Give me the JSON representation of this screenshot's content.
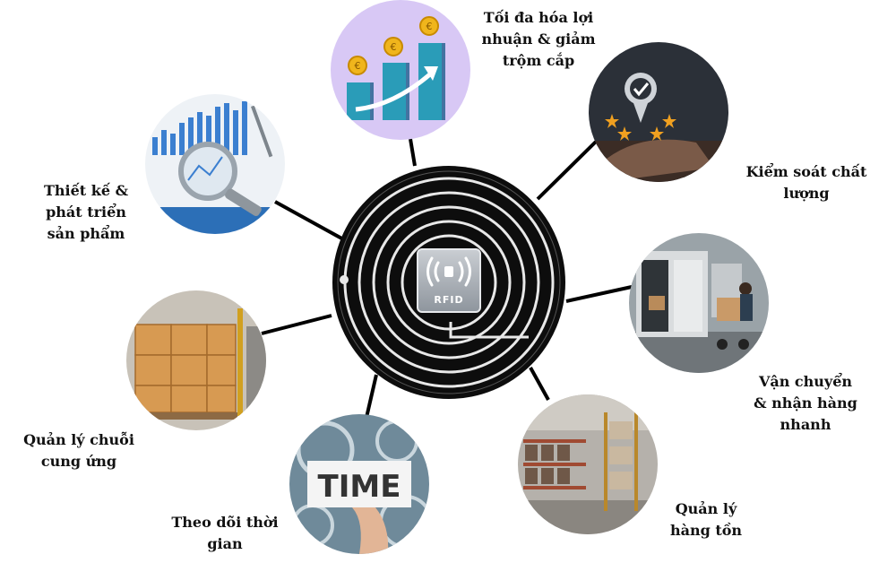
{
  "hub": {
    "chip_label": "RFID",
    "icon": "rfid-wave-icon"
  },
  "nodes": [
    {
      "id": "profit",
      "label": "Tối đa hóa lợi\nnhuận & giảm\ntrộm cắp",
      "icon": "euro-growth-chart-icon"
    },
    {
      "id": "quality",
      "label": "Kiểm soát chất\nlượng",
      "icon": "quality-badge-icon"
    },
    {
      "id": "shipping",
      "label": "Vận chuyển\n& nhận hàng\nnhanh",
      "icon": "delivery-van-icon"
    },
    {
      "id": "inventory",
      "label": "Quản lý\nhàng tồn",
      "icon": "warehouse-icon"
    },
    {
      "id": "time",
      "label": "Theo dõi thời\ngian",
      "icon": "time-card-icon"
    },
    {
      "id": "supply",
      "label": "Quản lý chuỗi\ncung ứng",
      "icon": "boxes-pallet-icon"
    },
    {
      "id": "design",
      "label": "Thiết kế &\nphát triển\nsản phẩm",
      "icon": "magnifier-chart-icon"
    }
  ],
  "colors": {
    "hub": "#0d0d0d",
    "connector": "#000000",
    "profit_bg": "#d8c8f5",
    "bar": "#2a9cb8"
  }
}
